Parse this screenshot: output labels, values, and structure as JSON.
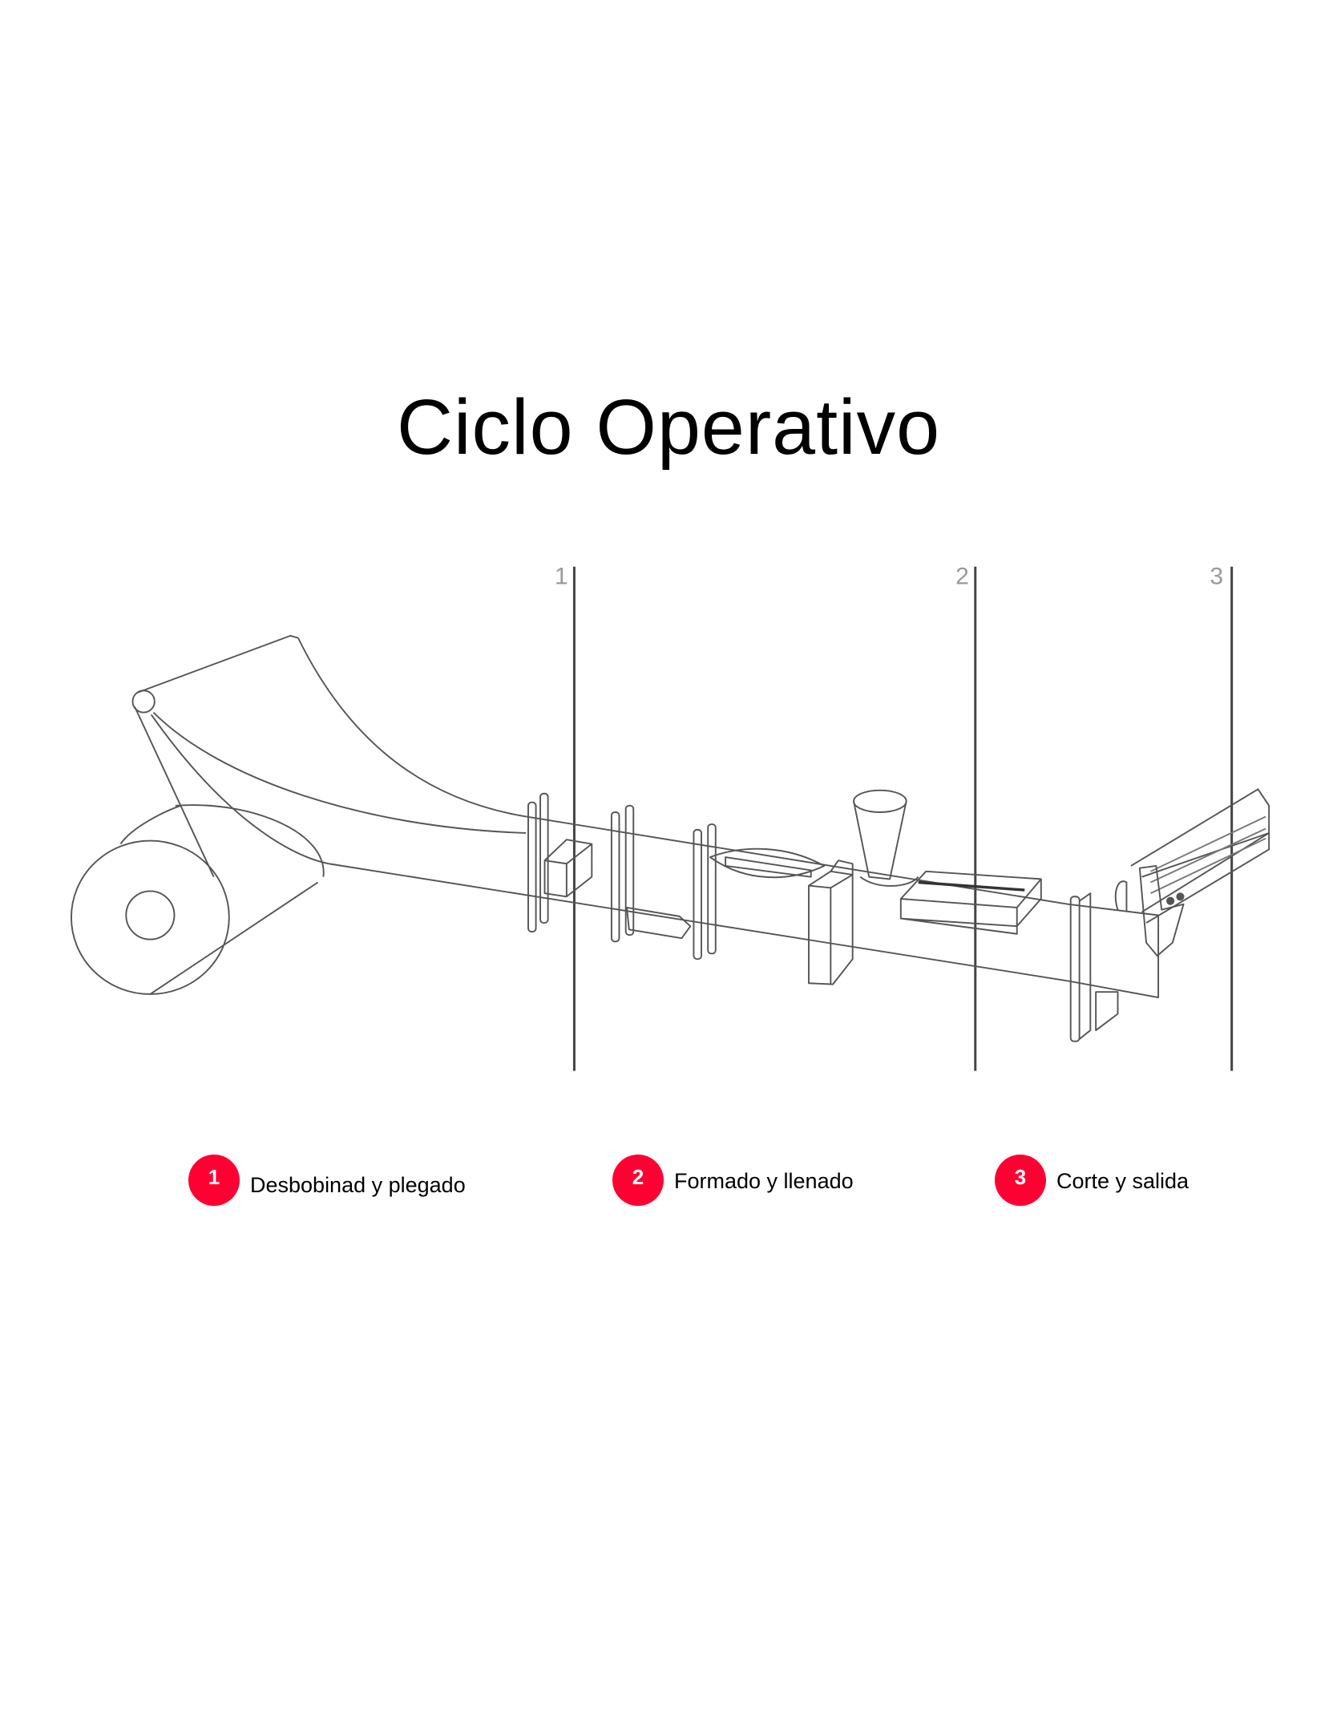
{
  "title": "Ciclo Operativo",
  "accent_color": "#FF0033",
  "diagram": {
    "section_markers": [
      "1",
      "2",
      "3"
    ]
  },
  "legend": [
    {
      "number": "1",
      "label": "Desbobinad y plegado"
    },
    {
      "number": "2",
      "label": "Formado y llenado"
    },
    {
      "number": "3",
      "label": "Corte y salida"
    }
  ]
}
